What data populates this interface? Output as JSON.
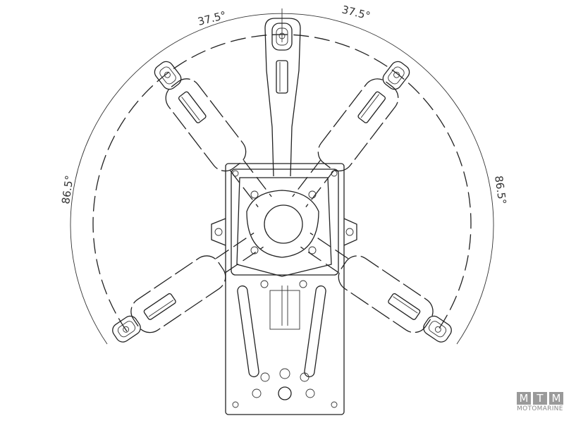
{
  "diagram": {
    "angle_labels": {
      "upper_left": "37.5°",
      "upper_right": "37.5°",
      "left": "86.5°",
      "right": "86.5°"
    },
    "lever_angles_deg": [
      -124,
      -37.5,
      0,
      37.5,
      124
    ]
  },
  "logo": {
    "letters": [
      "M",
      "T",
      "M"
    ],
    "name": "MOTOMARINE"
  }
}
